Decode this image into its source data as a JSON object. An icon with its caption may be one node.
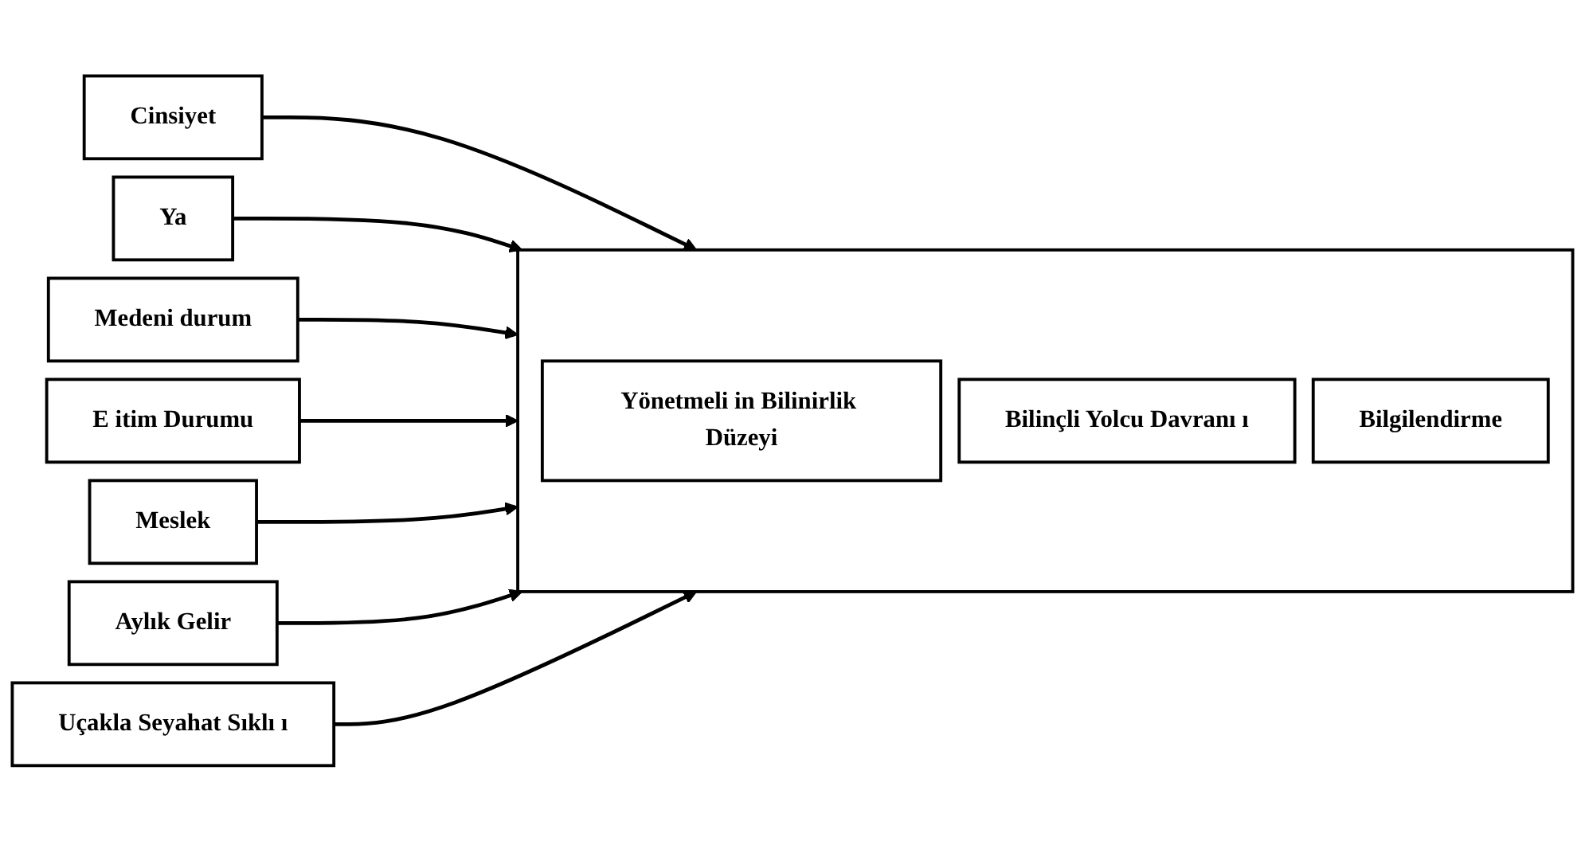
{
  "diagram": {
    "nodes": [
      {
        "text": [
          "Cinsiyet"
        ]
      },
      {
        "text": [
          "Ya"
        ]
      },
      {
        "text": [
          "Medeni durum"
        ]
      },
      {
        "text": [
          "E itim Durumu"
        ]
      },
      {
        "text": [
          "Meslek"
        ]
      },
      {
        "text": [
          "Aylık Gelir"
        ]
      },
      {
        "text": [
          "Uçakla Seyahat Sıklı ı"
        ]
      },
      {
        "text": [],
        "shape": "box"
      },
      {
        "text": [
          "Yönetmeli in Bilinirlik Düzeyi"
        ],
        "in": 7
      },
      {
        "text": [
          "Bilinçli Yolcu Davranı ı"
        ],
        "in": 7
      },
      {
        "text": [
          "Bilgilendirme"
        ],
        "in": 7
      }
    ],
    "edges": [
      {
        "from": 0,
        "to": 7,
        "arrow": "to"
      },
      {
        "from": 1,
        "to": 7,
        "arrow": "to"
      },
      {
        "from": 2,
        "to": 7,
        "arrow": "to"
      },
      {
        "from": 3,
        "to": 7,
        "arrow": "to"
      },
      {
        "from": 4,
        "to": 7,
        "arrow": "to"
      },
      {
        "from": 5,
        "to": 7,
        "arrow": "to"
      },
      {
        "from": 6,
        "to": 7,
        "arrow": "to"
      }
    ]
  }
}
